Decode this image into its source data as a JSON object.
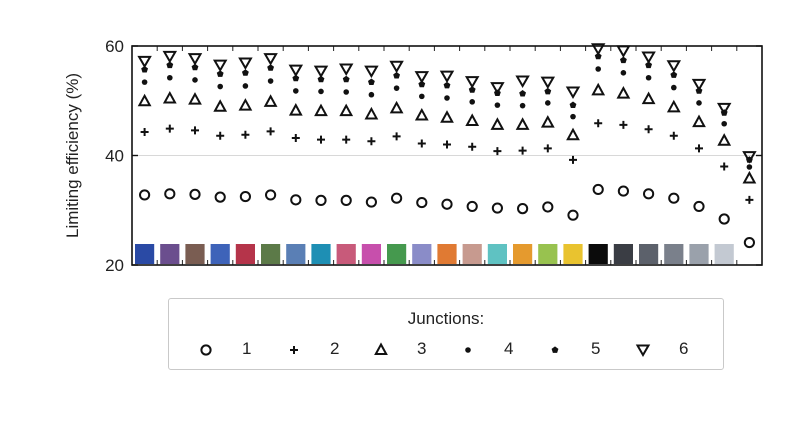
{
  "chart_data": {
    "type": "scatter",
    "title": "",
    "xlabel": "",
    "ylabel": "Limiting efficiency (%)",
    "ylim": [
      20,
      60
    ],
    "yticks": [
      20,
      40,
      60
    ],
    "grid": "horizontal",
    "legend": {
      "title": "Junctions:",
      "placement": "bottom"
    },
    "swatch_colors": [
      "#2a4aa5",
      "#6b4e8e",
      "#7a5d52",
      "#3e63b9",
      "#b5344a",
      "#5c7a48",
      "#5a7fb5",
      "#1e8fb4",
      "#c85a7a",
      "#c74fac",
      "#45994e",
      "#8a8cc8",
      "#e07a33",
      "#c79a8f",
      "#5fc2c2",
      "#e59a2e",
      "#98c24f",
      "#e9c32f",
      "#0b0b0b",
      "#3a3d44",
      "#5c616b",
      "#7a808b",
      "#9aa1ab",
      "#c3c9d2"
    ],
    "series": [
      {
        "name": "1",
        "marker": "circle",
        "values": [
          32.8,
          33.0,
          32.9,
          32.4,
          32.5,
          32.8,
          31.9,
          31.8,
          31.8,
          31.5,
          32.2,
          31.4,
          31.1,
          30.7,
          30.4,
          30.3,
          30.6,
          29.1,
          33.8,
          33.5,
          33.0,
          32.2,
          30.7,
          28.4,
          24.1
        ]
      },
      {
        "name": "2",
        "marker": "plus",
        "values": [
          44.3,
          44.9,
          44.6,
          43.6,
          43.8,
          44.4,
          43.2,
          42.9,
          42.9,
          42.6,
          43.5,
          42.2,
          42.0,
          41.6,
          40.8,
          40.9,
          41.3,
          39.2,
          45.9,
          45.6,
          44.8,
          43.6,
          41.3,
          38.0,
          31.9
        ]
      },
      {
        "name": "3",
        "marker": "triangle-up",
        "values": [
          49.9,
          50.4,
          50.2,
          48.9,
          49.1,
          49.8,
          48.2,
          48.1,
          48.1,
          47.5,
          48.6,
          47.3,
          46.9,
          46.3,
          45.6,
          45.6,
          46.0,
          43.7,
          51.9,
          51.3,
          50.3,
          48.8,
          46.1,
          42.7,
          35.8
        ]
      },
      {
        "name": "4",
        "marker": "dot",
        "values": [
          53.4,
          54.2,
          53.8,
          52.6,
          52.7,
          53.6,
          51.8,
          51.7,
          51.6,
          51.1,
          52.3,
          50.8,
          50.5,
          49.8,
          49.2,
          49.1,
          49.6,
          47.1,
          55.8,
          55.1,
          54.2,
          52.4,
          49.6,
          45.8,
          37.9
        ]
      },
      {
        "name": "5",
        "marker": "pentagon",
        "values": [
          55.7,
          56.5,
          56.1,
          54.9,
          55.1,
          56.0,
          54.1,
          53.9,
          53.9,
          53.4,
          54.6,
          53.0,
          52.8,
          52.0,
          51.4,
          51.3,
          51.7,
          49.2,
          58.1,
          57.4,
          56.5,
          54.7,
          51.8,
          47.8,
          39.2
        ]
      },
      {
        "name": "6",
        "marker": "triangle-down",
        "values": [
          57.2,
          58.1,
          57.7,
          56.5,
          56.9,
          57.7,
          55.6,
          55.4,
          55.8,
          55.4,
          56.3,
          54.4,
          54.5,
          53.5,
          52.4,
          53.6,
          53.4,
          51.6,
          59.5,
          59.1,
          58.0,
          56.4,
          53.0,
          48.6,
          39.8
        ]
      }
    ]
  }
}
